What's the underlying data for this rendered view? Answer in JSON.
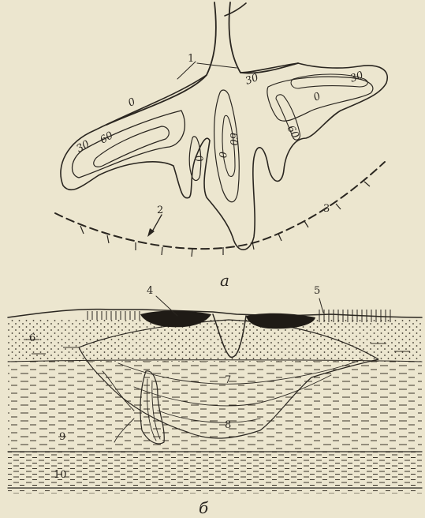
{
  "figure": {
    "subfigure_a": {
      "caption": "а",
      "contour_labels": [
        "0",
        "30",
        "60",
        "30",
        "0",
        "60",
        "0",
        "30",
        "0",
        "60"
      ],
      "callouts": [
        "1",
        "2",
        "3"
      ]
    },
    "subfigure_b": {
      "caption": "б",
      "callouts": [
        "4",
        "5",
        "6",
        "7",
        "8",
        "9",
        "10"
      ]
    }
  }
}
